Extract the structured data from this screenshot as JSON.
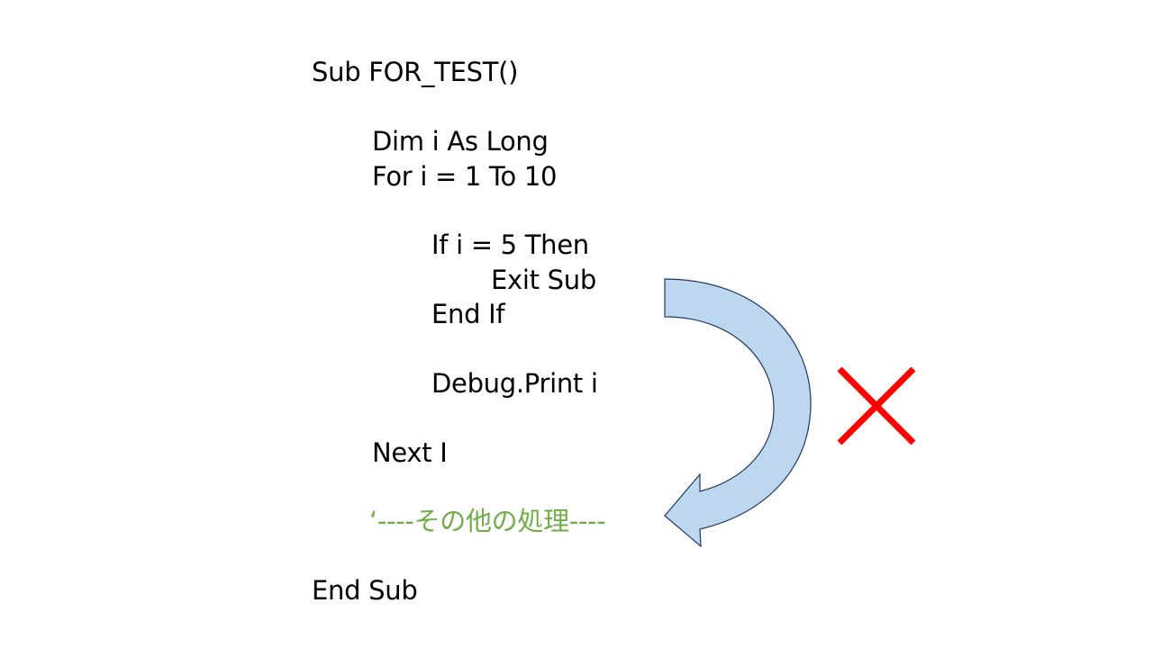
{
  "code": {
    "sub_header": "Sub FOR_TEST()",
    "dim_line": "Dim i As Long",
    "for_line": "For i = 1 To 10",
    "if_line": "If i = 5 Then",
    "exit_line": "Exit Sub",
    "end_if_line": "End If",
    "debug_line": "Debug.Print i",
    "next_line": "Next I",
    "comment_line": "‘----その他の処理----",
    "end_sub_line": "End Sub"
  },
  "colors": {
    "comment": "#70ad47",
    "arrow_fill": "#bdd7ee",
    "arrow_stroke": "#1f3864",
    "cross": "#ff0000"
  },
  "icons": {
    "flow_arrow": "curved-arrow-icon",
    "cross_mark": "cross-icon"
  }
}
